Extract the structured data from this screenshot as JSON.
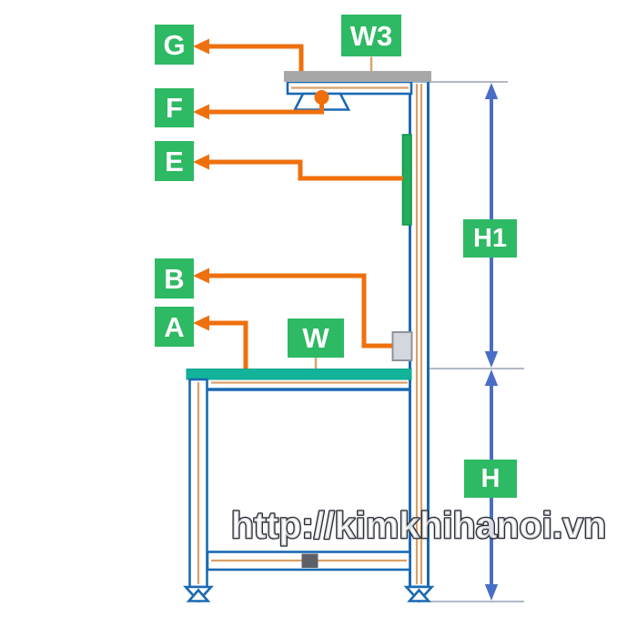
{
  "labels": {
    "g": "G",
    "f": "F",
    "e": "E",
    "b": "B",
    "a": "A",
    "w": "W",
    "w3": "W3",
    "h1": "H1",
    "h": "H"
  },
  "watermark": {
    "text": "http://kimkhihanoi.vn"
  },
  "colors": {
    "label_green": "#2eb964",
    "leader_orange": "#ee700d",
    "frame_blue": "#1b69b3",
    "stripe_tan": "#dba069",
    "tabletop_teal": "#12b39b",
    "tabletop_edge": "#0da38c",
    "shelf_gray": "#a7a7a7",
    "dimension_blue": "#4a6ec6",
    "extension_gray": "#9aa0b8",
    "accessory_green": "#23ad5a",
    "accessory_green_edge": "#12954b",
    "box_gray": "#d4d7dd",
    "box_gray_edge": "#8d929b",
    "connector_gray": "#5d6167",
    "watermark_outline": "#262a33"
  }
}
